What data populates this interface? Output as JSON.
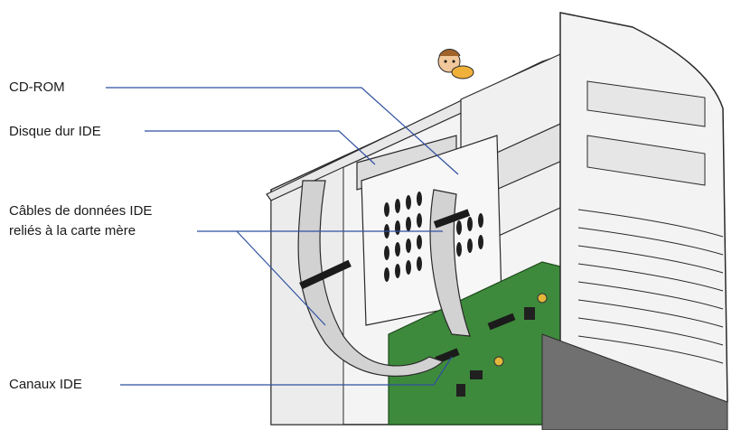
{
  "labels": {
    "cdrom": "CD-ROM",
    "hdd": "Disque dur IDE",
    "cables_line1": "Câbles de données IDE",
    "cables_line2": "reliés à la carte mère",
    "channels": "Canaux IDE"
  },
  "colors": {
    "leader_line": "#2f4fa0",
    "chassis_outline": "#2a2a2a",
    "board_green": "#3e8a3c",
    "ribbon_gray": "#d2d2d2",
    "face_shade": "#ececec"
  }
}
